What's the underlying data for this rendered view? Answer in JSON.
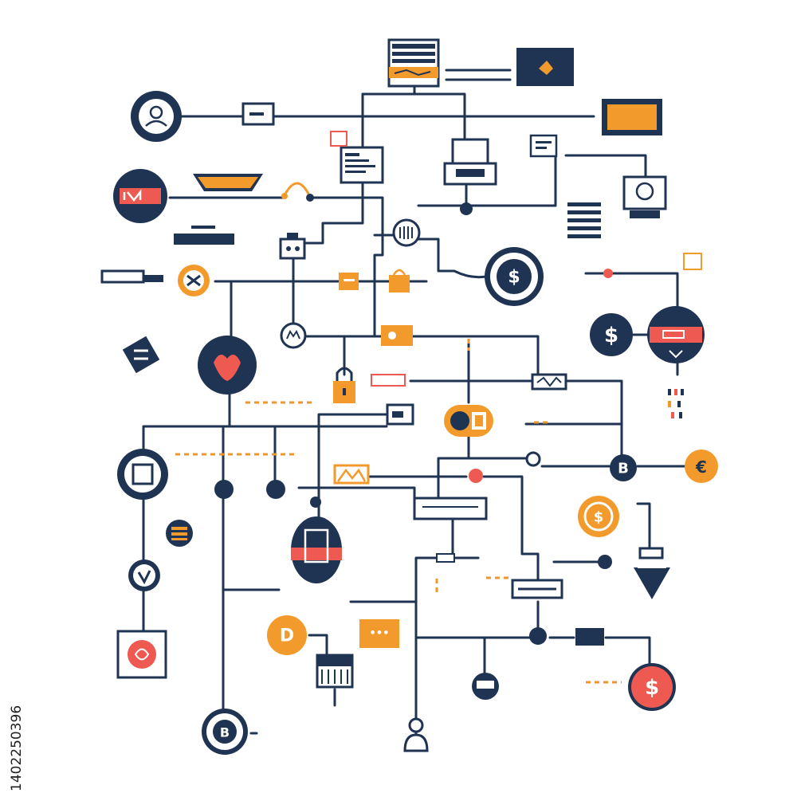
{
  "glyphs": {
    "dollar": "$",
    "bitcoin": "B",
    "bitcoin_orange": "D",
    "euro": "€",
    "more": "•••"
  },
  "watermark_id": "1402250396",
  "colors": {
    "navy": "#1f3352",
    "orange": "#f39a2c",
    "red": "#ee5a52",
    "background": "#ffffff"
  },
  "icons": [
    "server-rack-icon",
    "monitor-icon",
    "user-avatar-icon",
    "card-reader-icon",
    "laptop-screen-icon",
    "document-icon",
    "printer-icon",
    "webcam-icon",
    "tray-icon",
    "headphones-icon",
    "robot-icon",
    "dollar-coin-icon",
    "bitcoin-coin-icon",
    "padlock-icon",
    "shopping-bag-icon",
    "funnel-icon",
    "chip-icon",
    "shield-icon",
    "checkmark-icon",
    "wallet-icon"
  ]
}
